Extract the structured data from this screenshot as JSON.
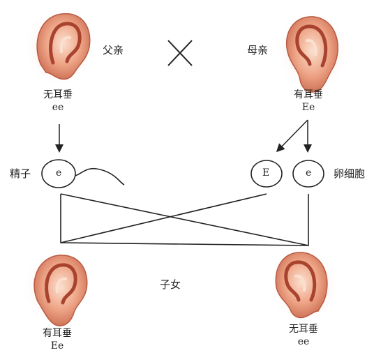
{
  "parents": {
    "cross_symbol": "×",
    "father": {
      "role": "父亲",
      "trait": "无耳垂",
      "genotype": "ee",
      "ear_type": "no-lobe-ear"
    },
    "mother": {
      "role": "母亲",
      "trait": "有耳垂",
      "genotype": "Ee",
      "ear_type": "lobed-ear"
    }
  },
  "gametes": {
    "sperm": {
      "label": "精子",
      "allele": "e"
    },
    "eggs": {
      "label": "卵细胞",
      "alleles": [
        "E",
        "e"
      ]
    }
  },
  "offspring": {
    "label": "子女",
    "children": [
      {
        "trait": "有耳垂",
        "genotype": "Ee",
        "ear_type": "lobed-ear"
      },
      {
        "trait": "无耳垂",
        "genotype": "ee",
        "ear_type": "no-lobe-ear"
      }
    ]
  },
  "colors": {
    "ear_skin": "#e8957a",
    "ear_shadow": "#b84a35",
    "ear_light": "#fbd9c6",
    "line": "#222222"
  }
}
